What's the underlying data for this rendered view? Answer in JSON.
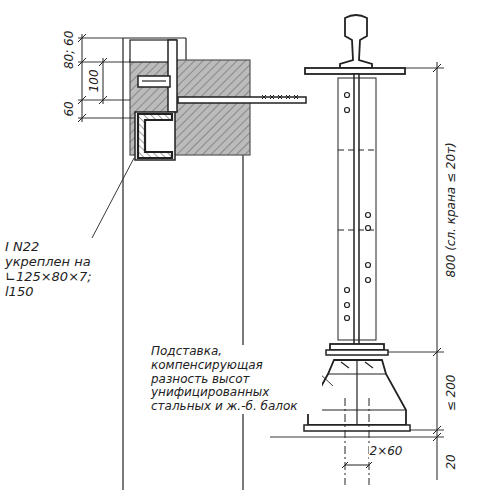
{
  "diagram": {
    "labels": [
      "80; 60",
      "100",
      "60",
      "I N22 укреплен на ∟125×80×7; l150",
      "Подставка, компенсирующая разность высот унифицированных стальных и ж.-б. балок",
      "800 (сл. крана ≤ 20т)",
      "≤ 200",
      "2×60",
      "20"
    ]
  }
}
